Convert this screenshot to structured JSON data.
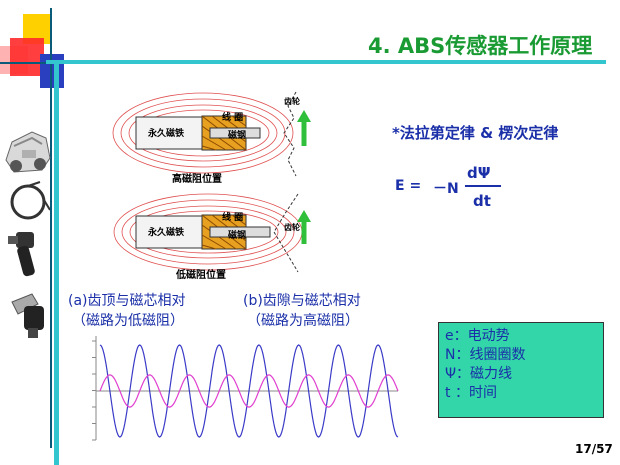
{
  "slide": {
    "title": "4. ABS传感器工作原理",
    "law": "*法拉第定律 & 楞次定律",
    "page": "17/57"
  },
  "formula": {
    "lhs": "E =",
    "minus_n": "－N",
    "numerator": "dΨ",
    "denominator": "dt"
  },
  "diagram_high": {
    "magnet_label": "永久磁铁",
    "coil_label": "线 圈",
    "core_label": "磁钢",
    "gear_label": "齿轮",
    "caption": "高磁阻位置"
  },
  "diagram_low": {
    "magnet_label": "永久磁铁",
    "coil_label": "线 圈",
    "core_label": "磁钢",
    "gear_label": "齿轮",
    "caption": "低磁阻位置"
  },
  "captions": {
    "a_line1": "(a)齿顶与磁芯相对",
    "a_line2": "（磁路为低磁阻）",
    "b_line1": "(b)齿隙与磁芯相对",
    "b_line2": "（磁路为高磁阻）"
  },
  "legend": {
    "items": [
      "e：电动势",
      "N：线圈圈数",
      "Ψ：磁力线",
      "t ：时间"
    ]
  },
  "wave_plot": {
    "type": "line",
    "series": [
      {
        "color": "#3b3bc8",
        "amplitude": 1.0,
        "cycles": 7.5
      },
      {
        "color": "#e040d0",
        "amplitude": 0.35,
        "cycles": 7.5
      }
    ]
  },
  "colors": {
    "title": "#1a9a33",
    "text_blue": "#1a2fa8",
    "legend_bg": "#33d6a9",
    "arrow_green": "#2fbf3a"
  },
  "icons": [
    "car-cutaway-icon",
    "ring-harness-icon",
    "sensor-plug-icon",
    "sensor-bracket-icon"
  ]
}
